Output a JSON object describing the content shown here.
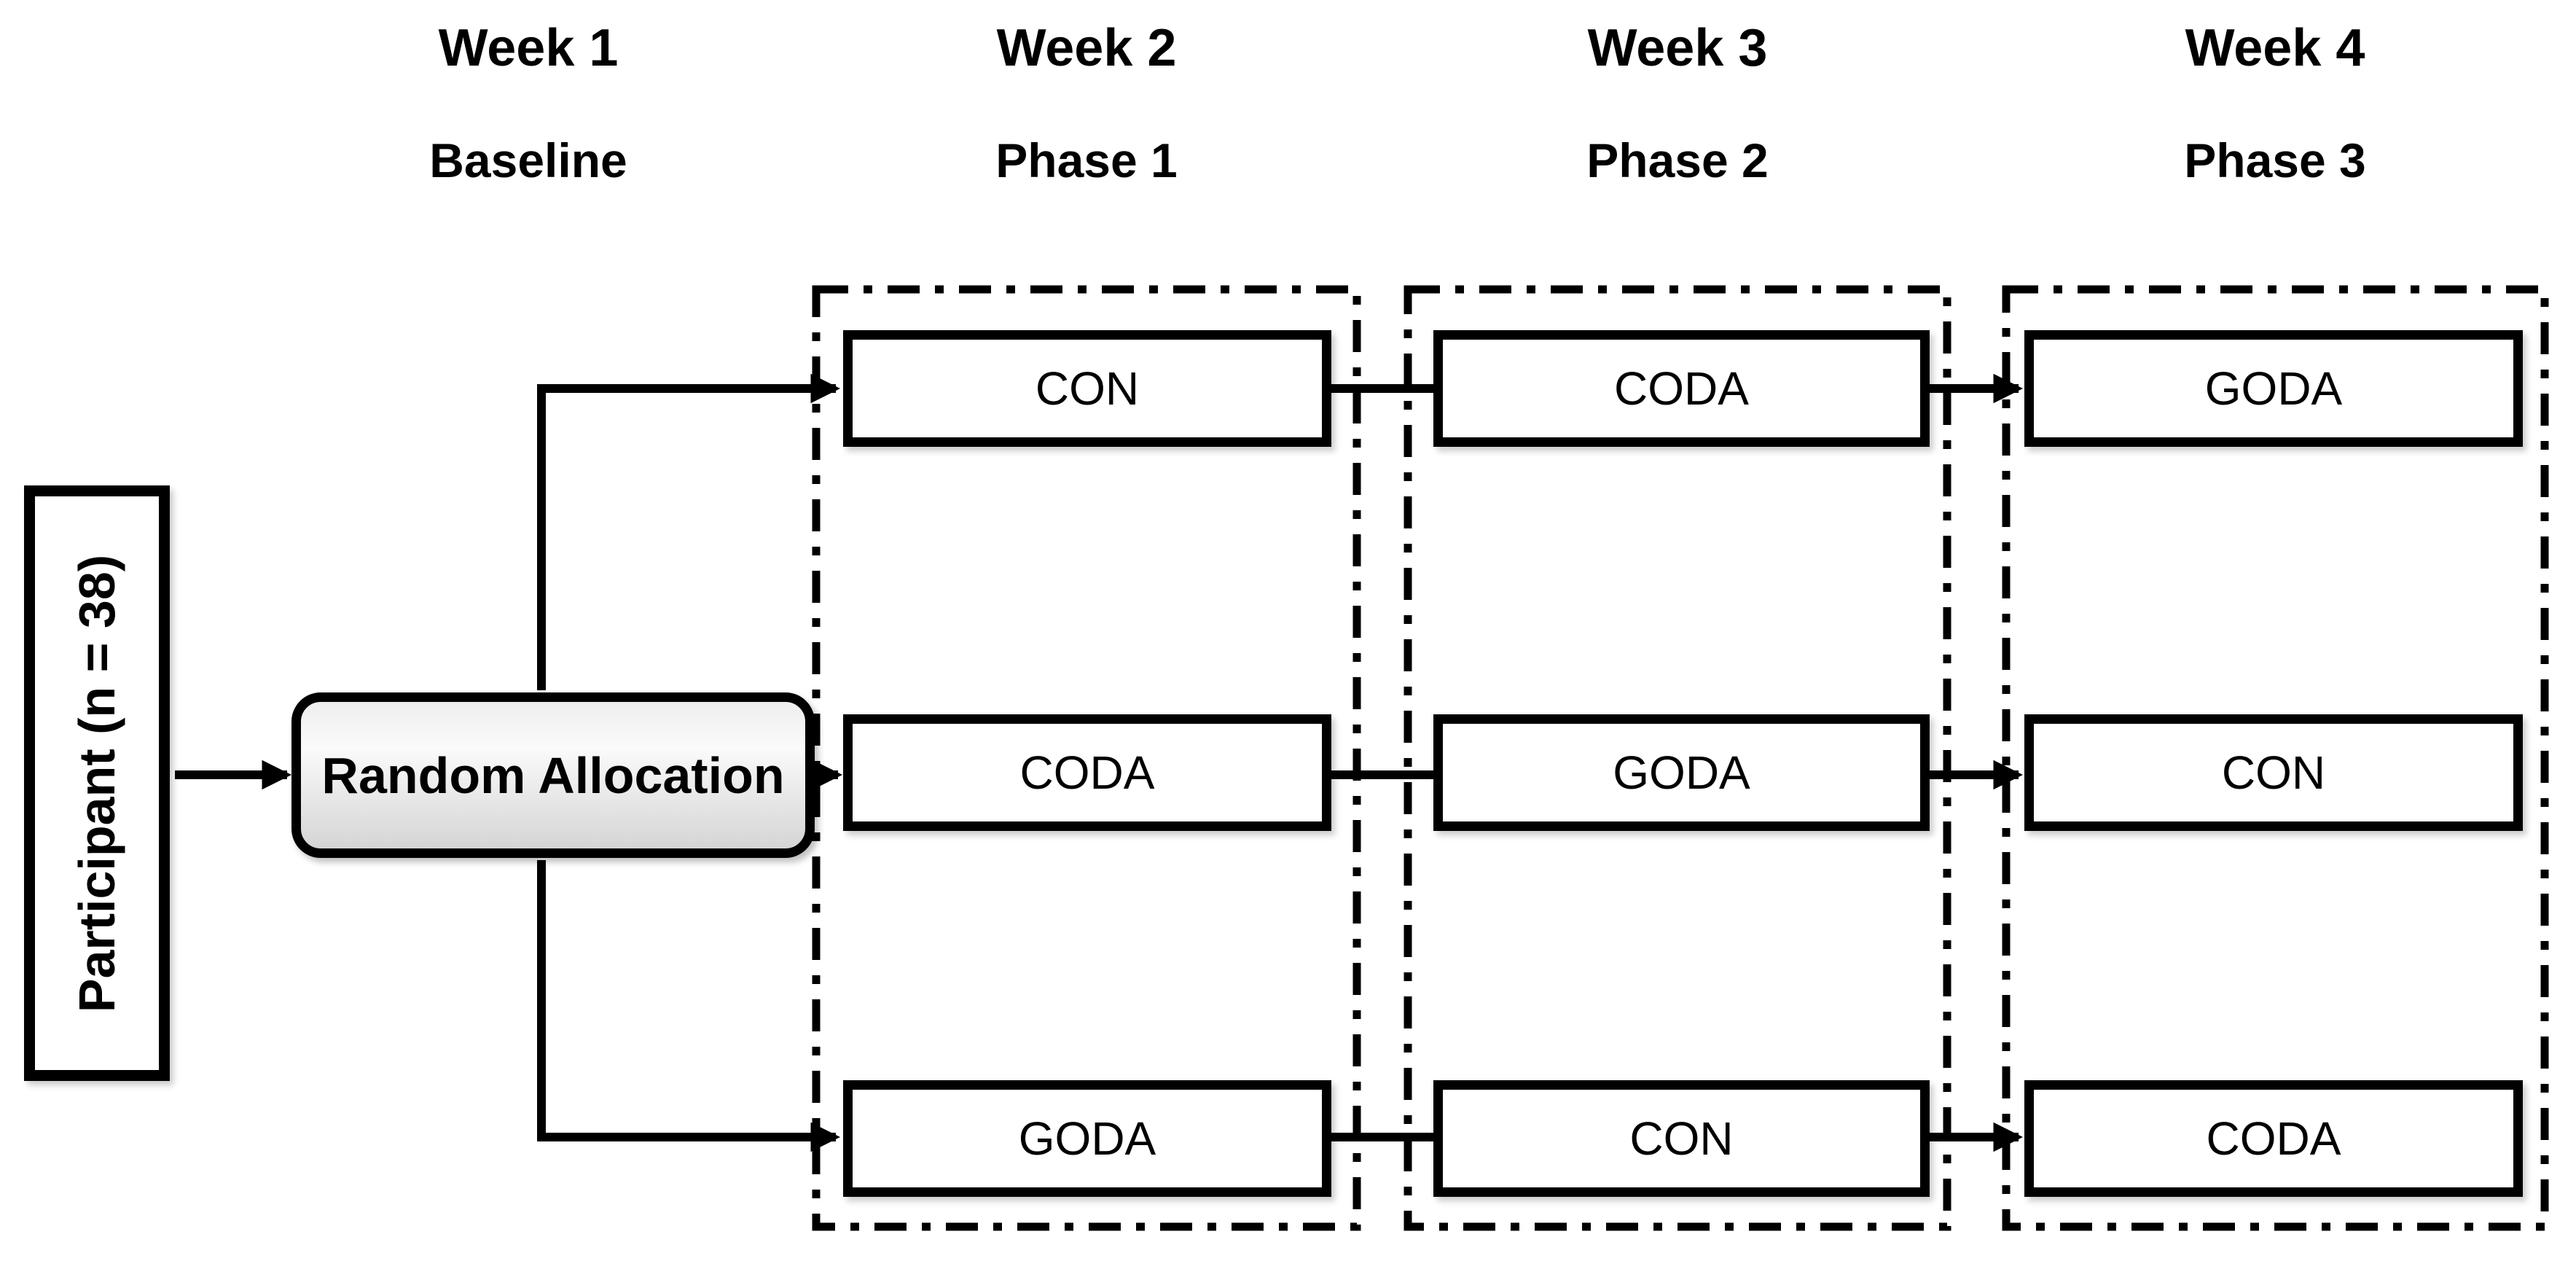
{
  "columns": [
    {
      "week": "Week 1",
      "phase": "Baseline"
    },
    {
      "week": "Week 2",
      "phase": "Phase 1"
    },
    {
      "week": "Week 3",
      "phase": "Phase 2"
    },
    {
      "week": "Week 4",
      "phase": "Phase 3"
    }
  ],
  "participant_label": "Participant (n = 38)",
  "allocation_label": "Random Allocation",
  "grid_rows": [
    {
      "cells": [
        "CON",
        "CODA",
        "GODA"
      ]
    },
    {
      "cells": [
        "CODA",
        "GODA",
        "CON"
      ]
    },
    {
      "cells": [
        "GODA",
        "CON",
        "CODA"
      ]
    }
  ],
  "colors": {
    "line": "#000000",
    "background": "#ffffff",
    "alloc_grad_top": "#eeeeee",
    "alloc_grad_mid": "#fafafa",
    "alloc_grad_bottom": "#d5d5d5"
  }
}
